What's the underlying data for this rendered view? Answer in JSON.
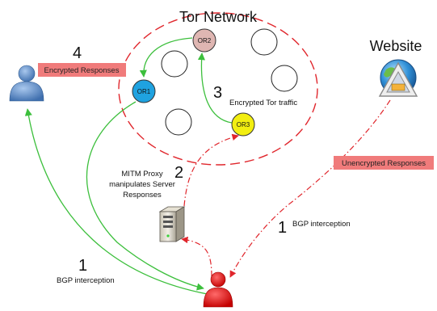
{
  "diagram": {
    "tor_network_label": "Tor Network",
    "website_label": "Website",
    "step4_num": "4",
    "step3_num": "3",
    "step2_num": "2",
    "step1_num_right": "1",
    "step1_num_left": "1",
    "encrypted_responses": "Encrypted Responses",
    "unencrypted_responses": "Unencrypted Responses",
    "encrypted_tor_traffic": "Encrypted Tor traffic",
    "mitm_line1": "MITM Proxy",
    "mitm_line2": "manipulates Server",
    "mitm_line3": "Responses",
    "bgp_right": "BGP interception",
    "bgp_left": "BGP interception",
    "or1": "OR1",
    "or2": "OR2",
    "or3": "OR3"
  },
  "colors": {
    "tor_boundary": "#e0262c",
    "green_arrow": "#3cbf3c",
    "red_arrow": "#e0262c",
    "or1_fill": "#1fa2e0",
    "or2_fill": "#dfb6b2",
    "or3_fill": "#f2ee10",
    "attacker": "#e81414",
    "user": "#5b8ccc",
    "label_band": "#f07b7b"
  }
}
